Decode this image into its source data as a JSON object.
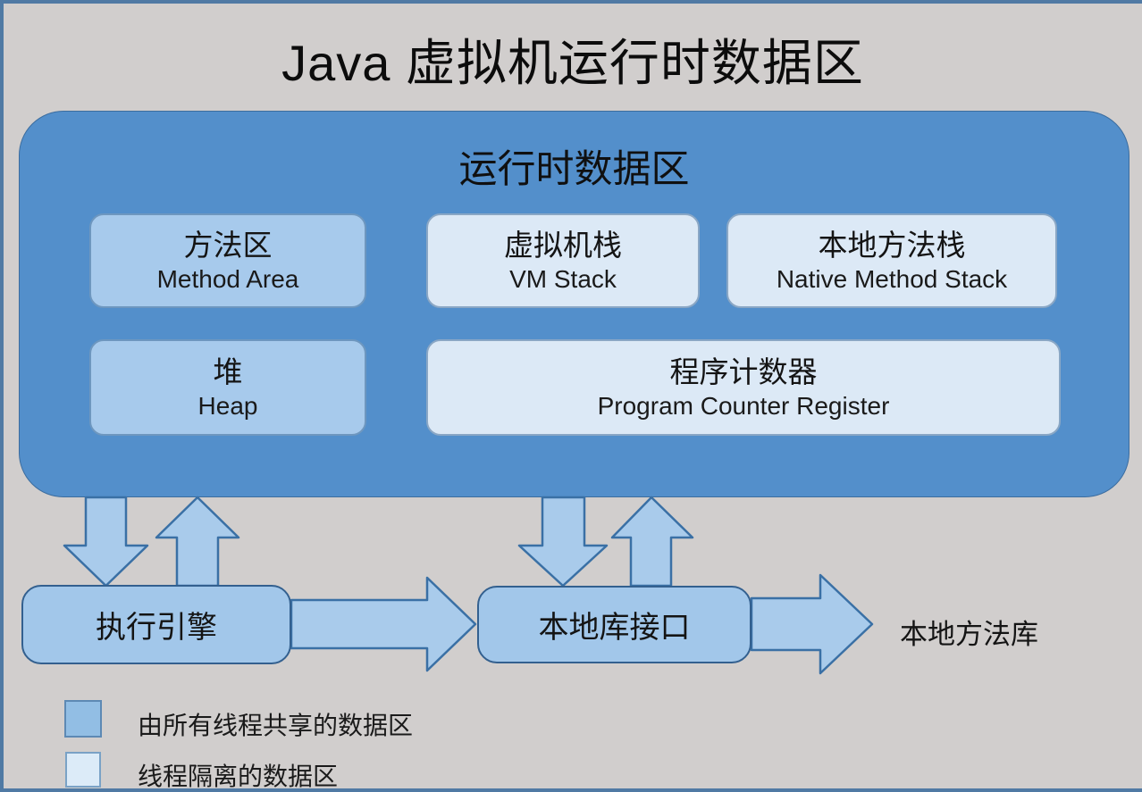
{
  "title": "Java 虚拟机运行时数据区",
  "runtime_container": {
    "title": "运行时数据区",
    "boxes": {
      "method_area": {
        "zh": "方法区",
        "en": "Method Area",
        "type": "shared"
      },
      "vm_stack": {
        "zh": "虚拟机栈",
        "en": "VM Stack",
        "type": "isolated"
      },
      "native_method_stack": {
        "zh": "本地方法栈",
        "en": "Native Method Stack",
        "type": "isolated"
      },
      "heap": {
        "zh": "堆",
        "en": "Heap",
        "type": "shared"
      },
      "program_counter": {
        "zh": "程序计数器",
        "en": "Program Counter Register",
        "type": "isolated"
      }
    }
  },
  "flow": {
    "execution_engine": "执行引擎",
    "native_interface": "本地库接口",
    "native_method_library": "本地方法库"
  },
  "legend": {
    "shared": {
      "label": "由所有线程共享的数据区",
      "swatch_color": "#92bee4"
    },
    "isolated": {
      "label": "线程隔离的数据区",
      "swatch_color": "#dcebf8"
    }
  },
  "colors": {
    "background": "#d1cecd",
    "page_border": "#507aa4",
    "container_fill": "#538fcb",
    "shared_fill": "#a7caec",
    "isolated_fill": "#dce9f6",
    "arrow_fill": "#a9cbeb",
    "arrow_stroke": "#3a70a5",
    "text": "#111111"
  }
}
